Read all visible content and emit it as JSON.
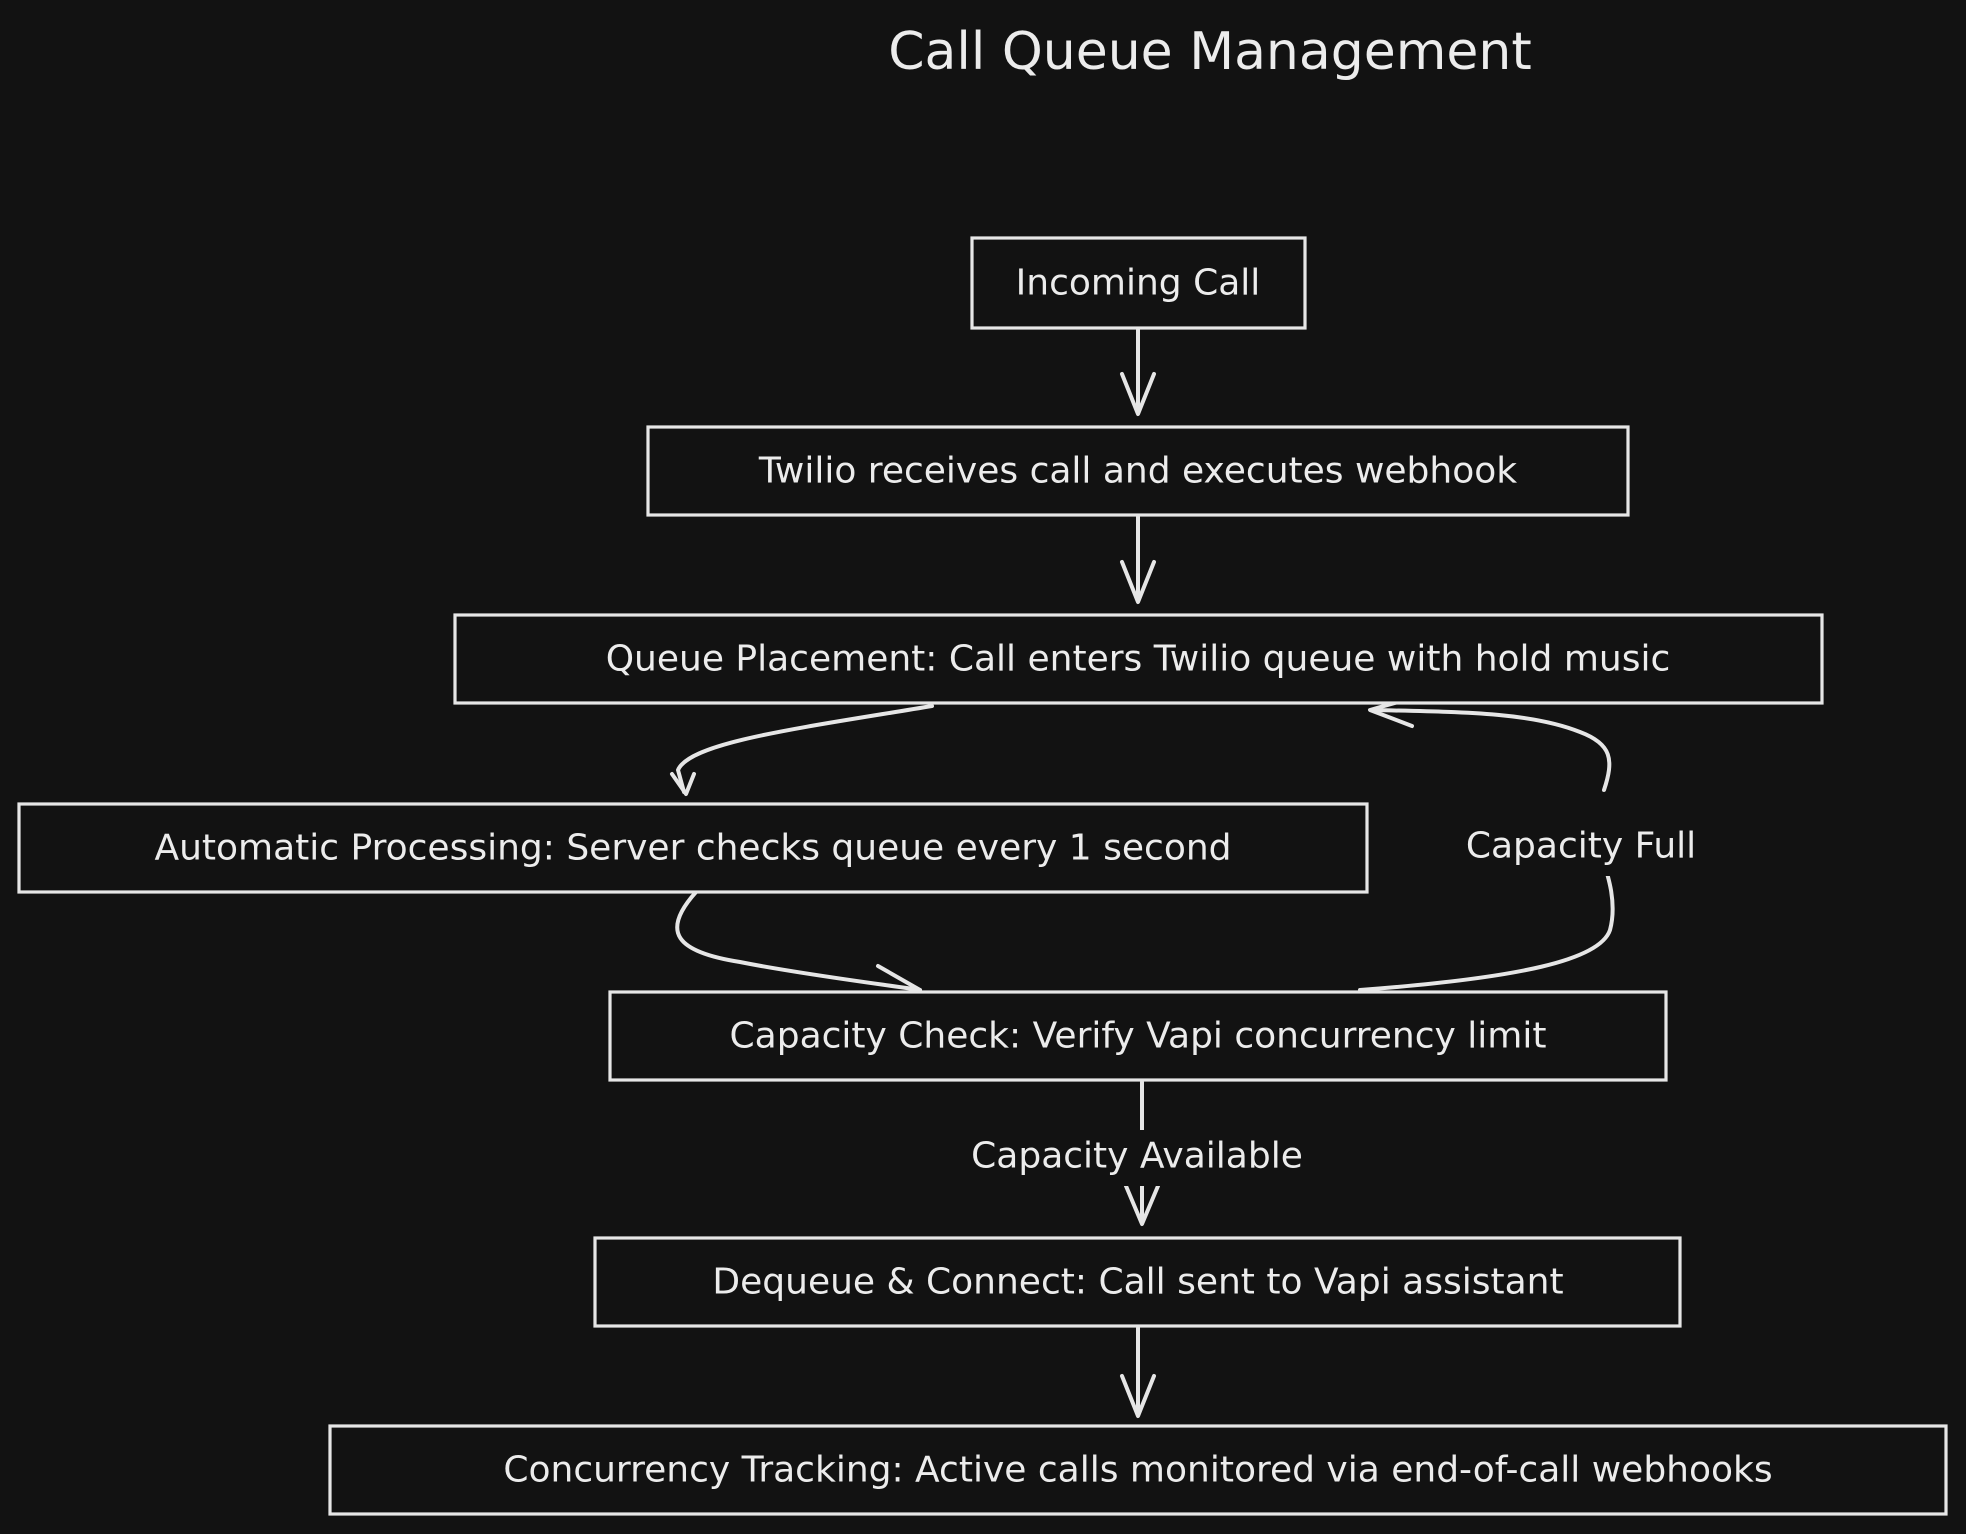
{
  "title": "Call Queue Management",
  "nodes": {
    "incoming_call": "Incoming Call",
    "twilio_webhook": "Twilio receives call and executes webhook",
    "queue_placement": "Queue Placement: Call enters Twilio queue with hold music",
    "automatic_processing": "Automatic Processing: Server checks queue every 1 second",
    "capacity_check": "Capacity Check: Verify Vapi concurrency limit",
    "dequeue_connect": "Dequeue & Connect: Call sent to Vapi assistant",
    "concurrency_tracking": "Concurrency Tracking: Active calls monitored via end-of-call webhooks"
  },
  "edge_labels": {
    "capacity_full": "Capacity Full",
    "capacity_available": "Capacity Available"
  },
  "colors": {
    "background": "#121212",
    "stroke": "#e6e6e6",
    "text": "#ececec"
  }
}
